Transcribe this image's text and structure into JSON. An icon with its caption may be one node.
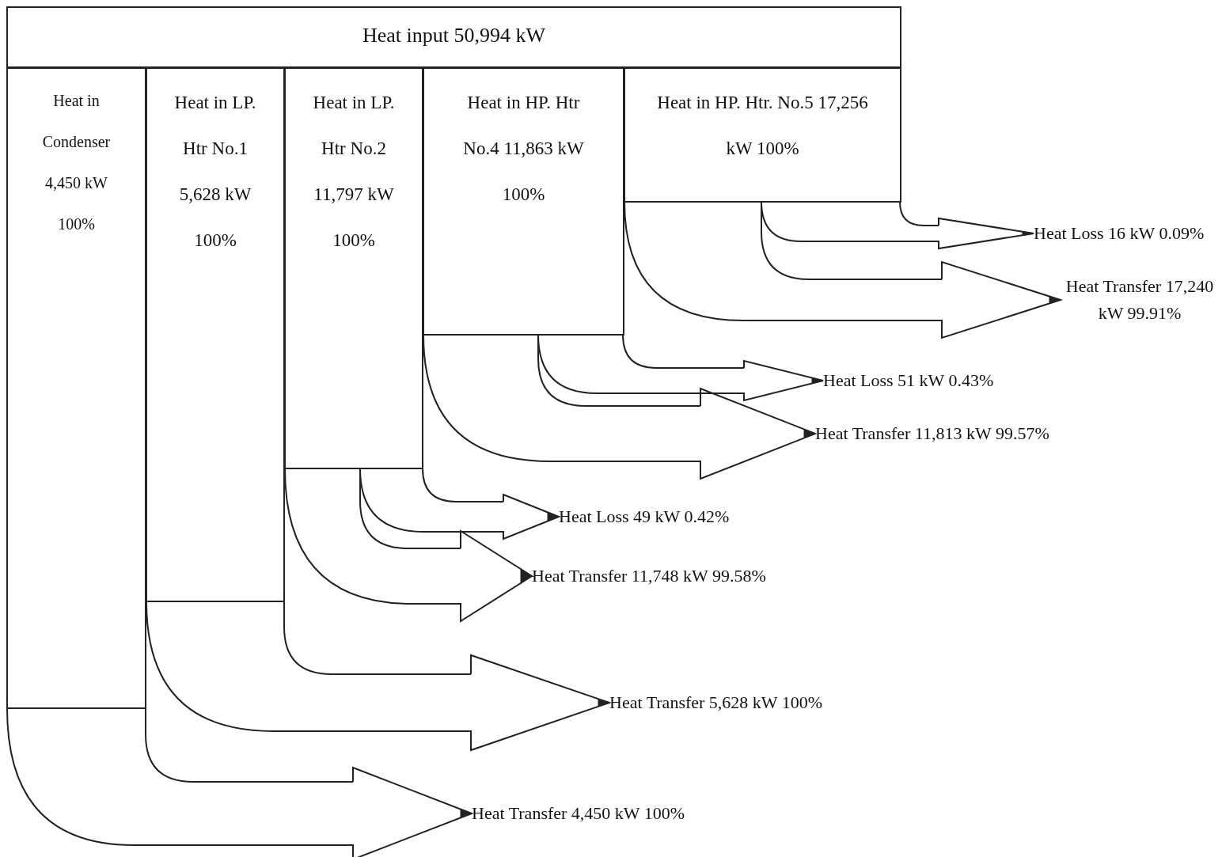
{
  "diagram": {
    "nodes": [
      {
        "text": [
          "Heat input 50,994 kW"
        ]
      },
      {
        "text": [
          "Heat in Condenser 4,450 kW 100%"
        ]
      },
      {
        "text": [
          "Heat in LP. Htr No.1 5,628 kW 100%"
        ]
      },
      {
        "text": [
          "Heat in LP. Htr No.2 11,797 kW 100%"
        ]
      },
      {
        "text": [
          "Heat in HP. Htr No.4 11,863 kW 100%"
        ]
      },
      {
        "text": [
          "Heat in HP. Htr. No.5 17,256 kW 100%"
        ]
      },
      {
        "text": [
          "Heat Loss 16 kW 0.09%"
        ]
      },
      {
        "text": [
          "Heat Transfer 17,240 kW 99.91%"
        ]
      },
      {
        "text": [
          "Heat Loss 51 kW 0.43%"
        ]
      },
      {
        "text": [
          "Heat Transfer 11,813 kW 99.57%"
        ]
      },
      {
        "text": [
          "Heat Loss 49 kW 0.42%"
        ]
      },
      {
        "text": [
          "Heat Transfer 11,748 kW 99.58%"
        ]
      },
      {
        "text": [
          "Heat Transfer 5,628 kW 100%"
        ]
      },
      {
        "text": [
          "Heat Transfer 4,450 kW 100%"
        ]
      }
    ],
    "edges": [
      {
        "from": 5,
        "to": 6,
        "arrow": "to"
      },
      {
        "from": 5,
        "to": 7,
        "arrow": "to"
      },
      {
        "from": 4,
        "to": 8,
        "arrow": "to"
      },
      {
        "from": 4,
        "to": 9,
        "arrow": "to"
      },
      {
        "from": 3,
        "to": 10,
        "arrow": "to"
      },
      {
        "from": 3,
        "to": 11,
        "arrow": "to"
      },
      {
        "from": 2,
        "to": 12,
        "arrow": "to"
      },
      {
        "from": 1,
        "to": 13,
        "arrow": "to"
      }
    ]
  }
}
